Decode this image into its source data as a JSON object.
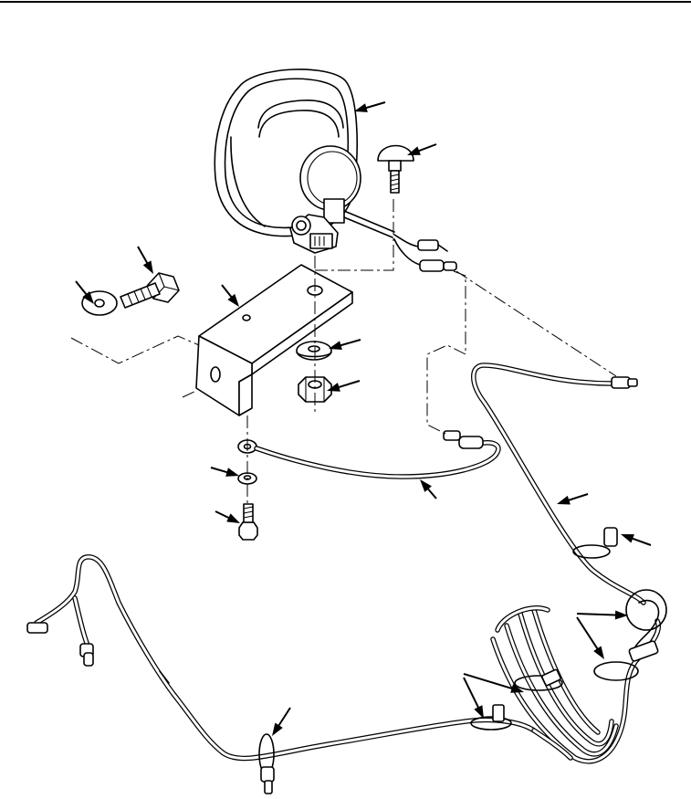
{
  "figure": {
    "title": "",
    "callouts": [
      {
        "name": "floodlight-callout"
      },
      {
        "name": "carriage-bolt-callout"
      },
      {
        "name": "screw-callout"
      },
      {
        "name": "washer-left-callout"
      },
      {
        "name": "bracket-callout"
      },
      {
        "name": "lockwasher-callout"
      },
      {
        "name": "nut-callout"
      },
      {
        "name": "ground-lockwasher-callout"
      },
      {
        "name": "ground-screw-callout"
      },
      {
        "name": "ground-lead-callout"
      },
      {
        "name": "cable-harness-callout"
      },
      {
        "name": "cable-tie-upper-callout"
      },
      {
        "name": "loop-tie-callout"
      },
      {
        "name": "bundle-tie-callout"
      },
      {
        "name": "lower-harness-tie-callout"
      }
    ]
  }
}
